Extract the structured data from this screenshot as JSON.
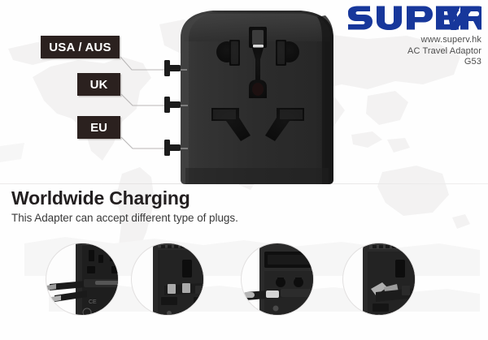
{
  "brand": {
    "logo_text": "SUPERV",
    "logo_color": "#17379b",
    "website": "www.superv.hk",
    "product_name": "AC Travel Adaptor",
    "model": "G53"
  },
  "callouts": [
    {
      "label": "USA / AUS",
      "name": "callout-usa-aus"
    },
    {
      "label": "UK",
      "name": "callout-uk"
    },
    {
      "label": "EU",
      "name": "callout-eu"
    }
  ],
  "headline": "Worldwide Charging",
  "subline": "This Adapter can accept different type of plugs.",
  "product": {
    "body_color": "#2b2b2b",
    "accent_dark": "#1a1a1a",
    "socket_label": "universal-socket"
  },
  "thumbnails": [
    {
      "name": "thumb-usa-plug"
    },
    {
      "name": "thumb-uk-plug"
    },
    {
      "name": "thumb-eu-plug"
    },
    {
      "name": "thumb-aus-plug"
    }
  ],
  "colors": {
    "label_bg": "#2b211f",
    "label_text": "#ffffff",
    "headline": "#231f20",
    "subline": "#3a3a3a",
    "map_watermark": "#ebeaea"
  }
}
